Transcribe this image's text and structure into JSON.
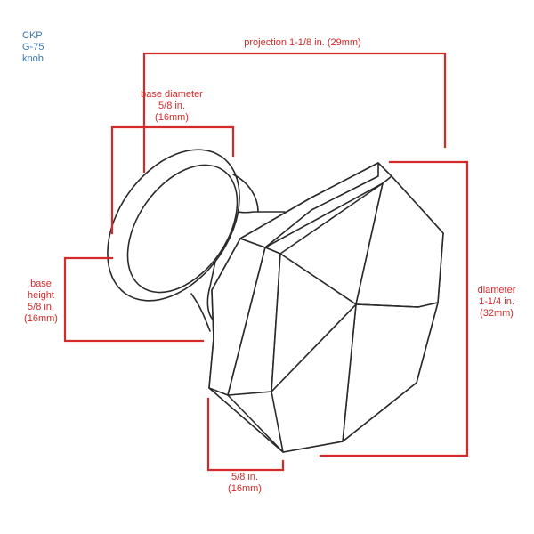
{
  "colors": {
    "dimension": "#d42a2a",
    "product_id": "#3a78b5",
    "outline": "#2a2a2a",
    "background": "#ffffff"
  },
  "product": {
    "brand": "CKP",
    "model": "G-75",
    "type": "knob"
  },
  "dimensions": {
    "projection": {
      "line1": "projection 1-1/8 in. (29mm)"
    },
    "base_diameter": {
      "line1": "base diameter",
      "line2": "5/8 in.",
      "line3": "(16mm)"
    },
    "base_height": {
      "line1": "base",
      "line2": "height",
      "line3": "5/8 in.",
      "line4": "(16mm)"
    },
    "diameter": {
      "line1": "diameter",
      "line2": "1-1/4 in.",
      "line3": "(32mm)"
    },
    "bottom_width": {
      "line1": "5/8 in.",
      "line2": "(16mm)"
    }
  }
}
